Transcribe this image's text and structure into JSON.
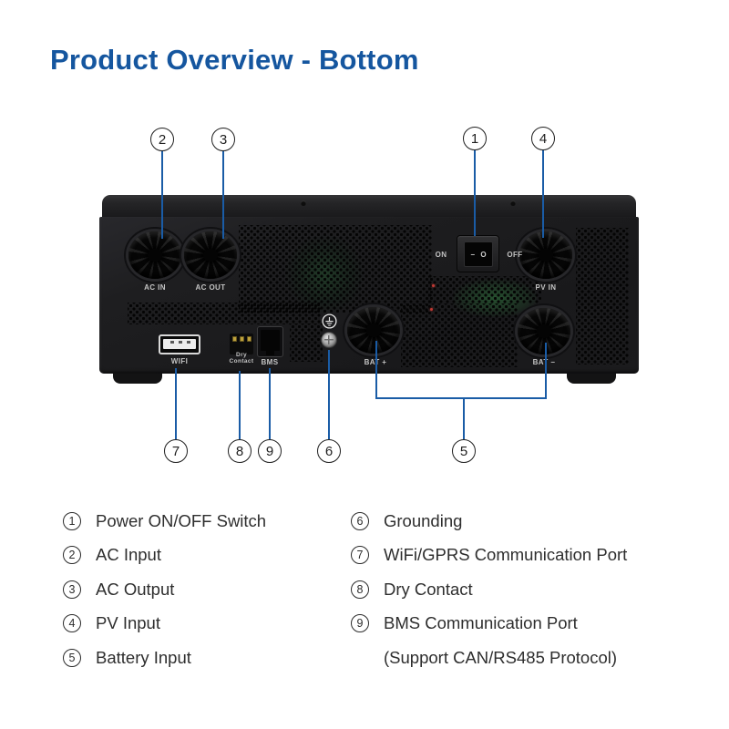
{
  "title": "Product Overview - Bottom",
  "colors": {
    "title_blue": "#15569f",
    "callout_blue": "#1a5ca6",
    "device_black": "#1b1b1d"
  },
  "device": {
    "labels": {
      "ac_in": "AC IN",
      "ac_out": "AC OUT",
      "pv_in": "PV IN",
      "bat_plus": "BAT +",
      "bat_minus": "BAT −",
      "wifi": "WIFI",
      "dry_line1": "Dry",
      "dry_line2": "Contact",
      "bms": "BMS",
      "on": "ON",
      "off": "OFF",
      "switch_on_glyph": "−",
      "switch_off_glyph": "O"
    }
  },
  "callouts": {
    "c1": "1",
    "c2": "2",
    "c3": "3",
    "c4": "4",
    "c5": "5",
    "c6": "6",
    "c7": "7",
    "c8": "8",
    "c9": "9"
  },
  "legend": {
    "left": [
      {
        "num": "1",
        "label": "Power ON/OFF Switch"
      },
      {
        "num": "2",
        "label": "AC Input"
      },
      {
        "num": "3",
        "label": "AC Output"
      },
      {
        "num": "4",
        "label": "PV Input"
      },
      {
        "num": "5",
        "label": "Battery Input"
      }
    ],
    "right": [
      {
        "num": "6",
        "label": "Grounding"
      },
      {
        "num": "7",
        "label": "WiFi/GPRS Communication Port"
      },
      {
        "num": "8",
        "label": "Dry Contact"
      },
      {
        "num": "9",
        "label": "BMS Communication Port"
      }
    ],
    "right_continuation": "(Support CAN/RS485 Protocol)"
  }
}
